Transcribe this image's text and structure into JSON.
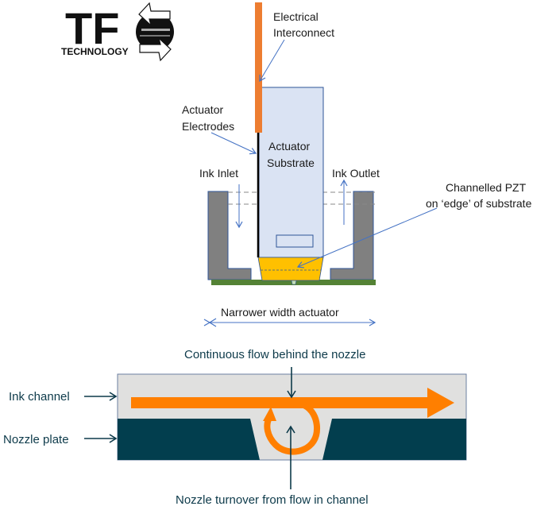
{
  "logo": {
    "letters": "TF",
    "subtitle": "TECHNOLOGY",
    "icon": "recycle-arrows-icon"
  },
  "actuator_diagram": {
    "labels": {
      "electrical_interconnect_line1": "Electrical",
      "electrical_interconnect_line2": "Interconnect",
      "actuator_electrodes_line1": "Actuator",
      "actuator_electrodes_line2": "Electrodes",
      "actuator_substrate_line1": "Actuator",
      "actuator_substrate_line2": "Substrate",
      "ink_inlet": "Ink Inlet",
      "ink_outlet": "Ink Outlet",
      "channelled_pzt_line1": "Channelled PZT",
      "channelled_pzt_line2": "on ‘edge’ of substrate",
      "narrower_width": "Narrower width actuator"
    },
    "colors": {
      "interconnect": "#ED7D31",
      "substrate": "#DAE3F3",
      "pzt": "#FFC000",
      "walls": "#808080",
      "nozzle_plate": "#548235",
      "annotation": "#4472C4"
    }
  },
  "flow_diagram": {
    "labels": {
      "continuous_flow": "Continuous flow behind the nozzle",
      "ink_channel": "Ink channel",
      "nozzle_plate": "Nozzle plate",
      "nozzle_turnover": "Nozzle turnover from flow in channel"
    },
    "colors": {
      "channel": "#E0E0DF",
      "plate": "#023E4E",
      "flow": "#FF7F00",
      "text": "#0D3A4A"
    }
  }
}
